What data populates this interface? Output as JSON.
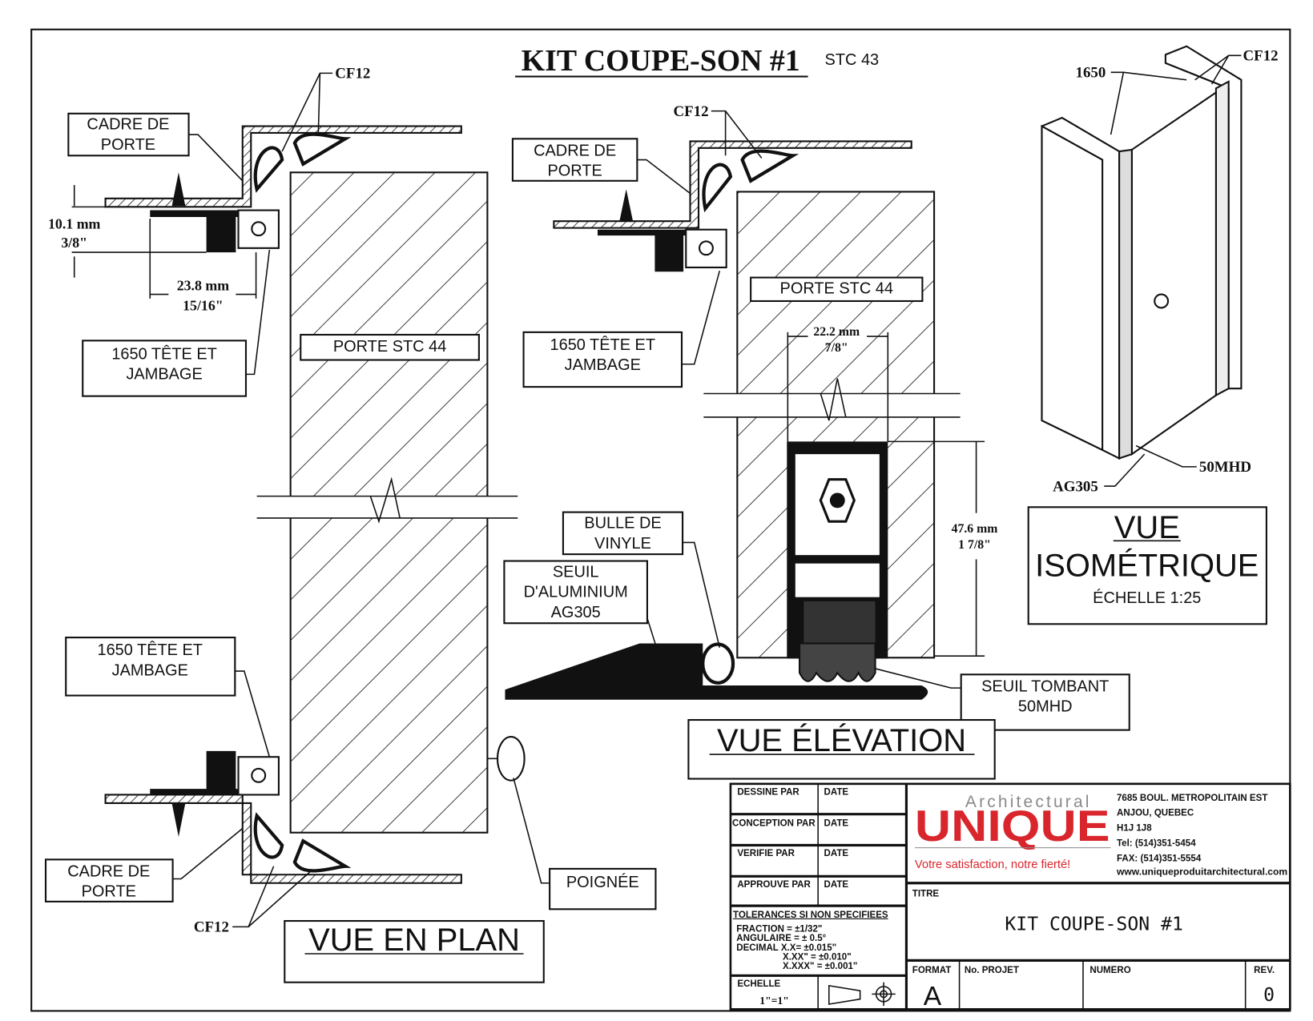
{
  "title": {
    "main": "KIT COUPE-SON #1",
    "rating": "STC 43"
  },
  "plan_view": {
    "caption": "VUE EN PLAN",
    "labels": {
      "cf12_top": "CF12",
      "cadre_top": [
        "CADRE DE",
        "PORTE"
      ],
      "dim_height_mm": "10.1 mm",
      "dim_height_in": "3/8\"",
      "dim_width_mm": "23.8 mm",
      "dim_width_in": "15/16\"",
      "tete_top": [
        "1650 TÊTE ET",
        "JAMBAGE"
      ],
      "porte": "PORTE STC 44",
      "tete_bottom": [
        "1650 TÊTE ET",
        "JAMBAGE"
      ],
      "cadre_bottom": [
        "CADRE DE",
        "PORTE"
      ],
      "cf12_bottom": "CF12",
      "poignee": "POIGNÉE"
    }
  },
  "elevation_view": {
    "caption": "VUE ÉLÉVATION",
    "labels": {
      "cf12": "CF12",
      "cadre": [
        "CADRE DE",
        "PORTE"
      ],
      "tete": [
        "1650 TÊTE ET",
        "JAMBAGE"
      ],
      "porte": "PORTE STC 44",
      "dim_width_mm": "22.2 mm",
      "dim_width_in": "7/8\"",
      "dim_height_mm": "47.6 mm",
      "dim_height_in": "1 7/8\"",
      "bulle": [
        "BULLE DE",
        "VINYLE"
      ],
      "seuil": [
        "SEUIL",
        "D'ALUMINIUM",
        "AG305"
      ],
      "seuil_tombant": [
        "SEUIL TOMBANT",
        "50MHD"
      ]
    }
  },
  "isometric_view": {
    "caption": [
      "VUE",
      "ISOMÉTRIQUE"
    ],
    "scale": "ÉCHELLE 1:25",
    "labels": {
      "p1650": "1650",
      "cf12": "CF12",
      "mhd": "50MHD",
      "ag305": "AG305"
    }
  },
  "title_block": {
    "fields": [
      {
        "label": "DESSINE PAR",
        "date": "DATE"
      },
      {
        "label": "CONCEPTION PAR",
        "date": "DATE"
      },
      {
        "label": "VERIFIE PAR",
        "date": "DATE"
      },
      {
        "label": "APPROUVE PAR",
        "date": "DATE"
      }
    ],
    "tolerances": {
      "heading": "TOLERANCES SI NON SPECIFIEES",
      "lines": [
        "FRACTION = ±1/32\"",
        "ANGULAIRE = ± 0.5°",
        "DECIMAL  X.X= ±0.015\"",
        "X.XX\" = ±0.010\"",
        "X.XXX\" = ±0.001\""
      ]
    },
    "echelle_label": "ECHELLE",
    "echelle_value": "1\"=1\"",
    "logo": {
      "small": "Architectural",
      "big": "UNIQUE",
      "slogan": "Votre satisfaction, notre fierté!",
      "brand_color": "#d8262c",
      "gray": "#8a8a8a"
    },
    "address": [
      "7685 BOUL. METROPOLITAIN EST",
      "ANJOU, QUEBEC",
      "H1J 1J8",
      "Tel: (514)351-5454",
      "FAX: (514)351-5554",
      "www.uniqueproduitarchitectural.com"
    ],
    "titre_label": "TITRE",
    "titre_value": "KIT COUPE-SON #1",
    "format_label": "FORMAT",
    "format_value": "A",
    "projet_label": "No. PROJET",
    "numero_label": "NUMERO",
    "rev_label": "REV.",
    "rev_value": "0"
  }
}
